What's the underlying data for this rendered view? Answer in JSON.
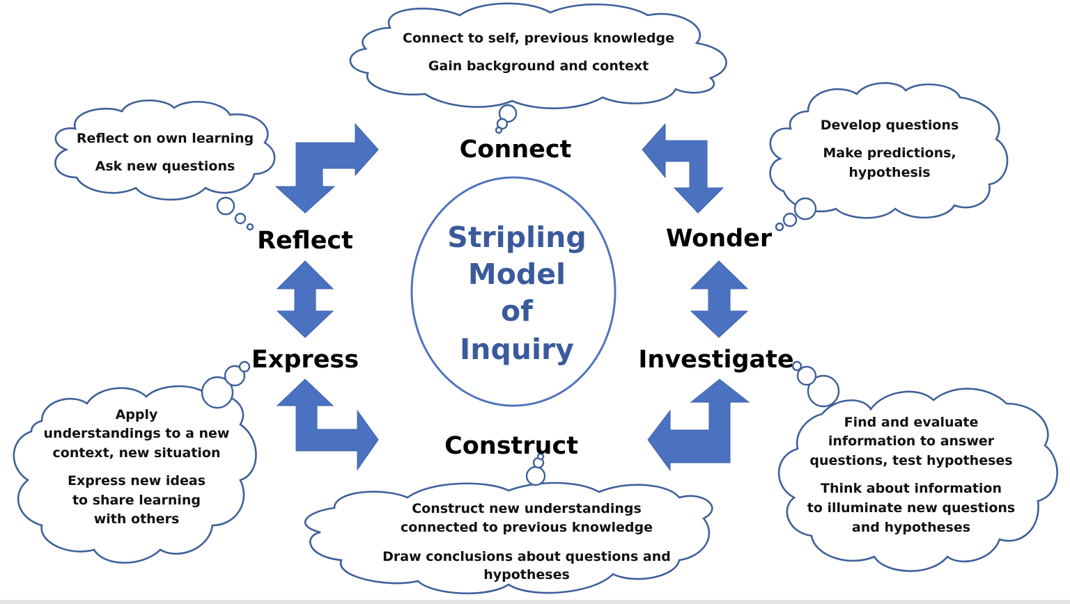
{
  "diagram": {
    "title_lines": [
      "Stripling",
      "Model",
      "of",
      "Inquiry"
    ],
    "colors": {
      "accent": "#4a72c0",
      "title": "#3a5a9b",
      "outline": "#3e5f9a",
      "ellipse": "#4f73bd",
      "text": "#000000"
    },
    "stages": {
      "connect": "Connect",
      "wonder": "Wonder",
      "investigate": "Investigate",
      "construct": "Construct",
      "express": "Express",
      "reflect": "Reflect"
    },
    "thoughts": {
      "connect": [
        "Connect to self, previous knowledge",
        "Gain background and context"
      ],
      "wonder": [
        "Develop questions",
        "Make predictions,",
        "hypothesis"
      ],
      "investigate": [
        "Find and evaluate",
        "information to answer",
        "questions, test hypotheses",
        "Think about information",
        "to illuminate new questions",
        "and hypotheses"
      ],
      "construct": [
        "Construct new understandings",
        "connected to previous knowledge",
        "Draw conclusions about questions and",
        "hypotheses"
      ],
      "express": [
        "Apply",
        "understandings to a new",
        "context, new situation",
        "Express new ideas",
        "to share learning",
        "with others"
      ],
      "reflect": [
        "Reflect on own learning",
        "Ask new questions"
      ]
    },
    "arrows": [
      {
        "name": "reflect-to-connect-arrow",
        "icon": "bent-arrow-icon"
      },
      {
        "name": "connect-to-wonder-arrow",
        "icon": "bent-arrow-icon"
      },
      {
        "name": "wonder-investigate-arrow",
        "icon": "double-arrow-icon"
      },
      {
        "name": "investigate-construct-arrow",
        "icon": "bent-arrow-icon"
      },
      {
        "name": "construct-express-arrow",
        "icon": "bent-arrow-icon"
      },
      {
        "name": "express-reflect-arrow",
        "icon": "double-arrow-icon"
      }
    ]
  }
}
